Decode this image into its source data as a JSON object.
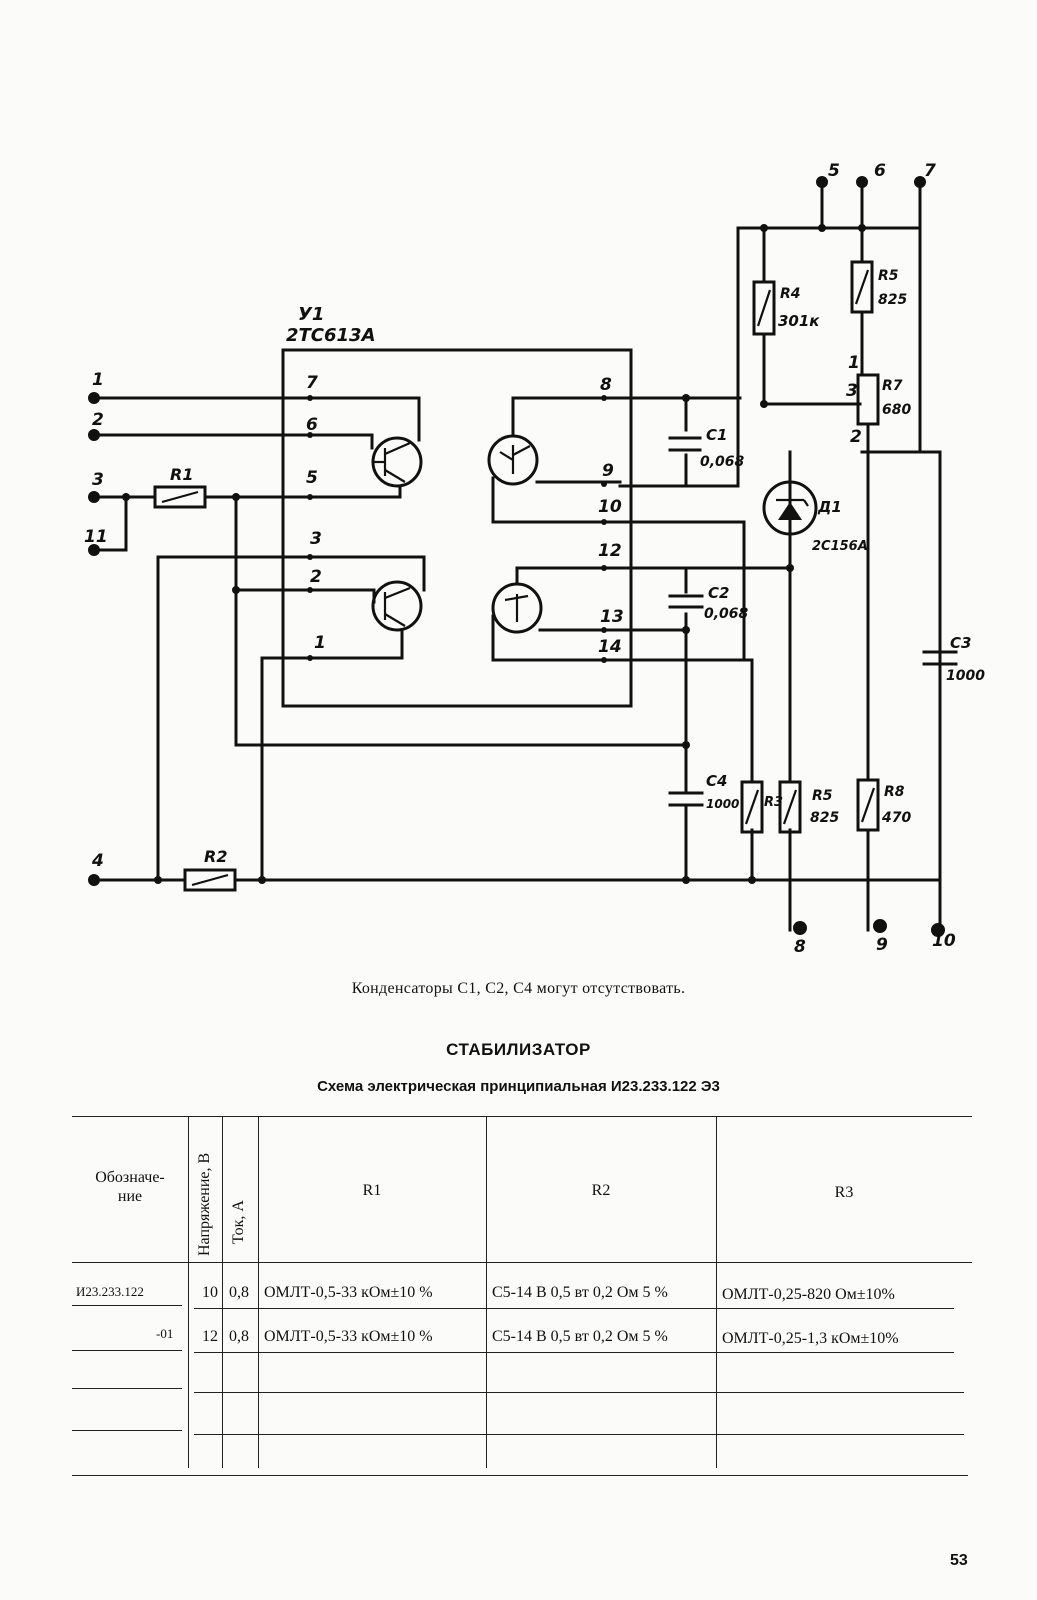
{
  "schematic": {
    "component_u1": {
      "ref": "У1",
      "part": "2ТС613А"
    },
    "external_pins": [
      "1",
      "2",
      "3",
      "11",
      "4",
      "5",
      "6",
      "7",
      "8",
      "9",
      "10"
    ],
    "ic_pins": [
      "7",
      "6",
      "5",
      "3",
      "2",
      "1",
      "8",
      "9",
      "10",
      "12",
      "13",
      "14"
    ],
    "components": {
      "R1": {
        "ref": "R1"
      },
      "R2": {
        "ref": "R2"
      },
      "R3": {
        "ref": "R3"
      },
      "R4": {
        "ref": "R4",
        "value": "301к"
      },
      "R5": {
        "ref": "R5",
        "value": "825"
      },
      "R5b": {
        "ref": "R5",
        "value": "825"
      },
      "R7": {
        "ref": "R7",
        "value": "680"
      },
      "R8": {
        "ref": "R8",
        "value": "470"
      },
      "C1": {
        "ref": "C1",
        "value": "0,068"
      },
      "C2": {
        "ref": "C2",
        "value": "0,068"
      },
      "C3": {
        "ref": "C3",
        "value": "1000"
      },
      "C4": {
        "ref": "C4",
        "value": "1000"
      },
      "D1": {
        "ref": "Д1",
        "value": "2С156А"
      }
    },
    "r7_pins": [
      "1",
      "3",
      "2"
    ]
  },
  "note": "Конденсаторы С1, С2, С4 могут отсутствовать.",
  "title": "СТАБИЛИЗАТОР",
  "subtitle": "Схема электрическая принципиальная И23.233.122 Э3",
  "table": {
    "headers": {
      "designation": "Обозначе-\nние",
      "voltage": "Напряжение, В",
      "current": "Ток, А",
      "r1": "R1",
      "r2": "R2",
      "r3": "R3"
    },
    "rows": [
      {
        "designation": "И23.233.122",
        "voltage": "10",
        "current": "0,8",
        "r1": "ОМЛТ-0,5-33 кОм±10 %",
        "r2": "С5-14 В 0,5 вт 0,2 Ом 5 %",
        "r3": "ОМЛТ-0,25-820 Ом±10%"
      },
      {
        "designation": "-01",
        "voltage": "12",
        "current": "0,8",
        "r1": "ОМЛТ-0,5-33 кОм±10 %",
        "r2": "С5-14 В 0,5 вт 0,2 Ом 5 %",
        "r3": "ОМЛТ-0,25-1,3 кОм±10%"
      }
    ]
  },
  "page_number": "53"
}
